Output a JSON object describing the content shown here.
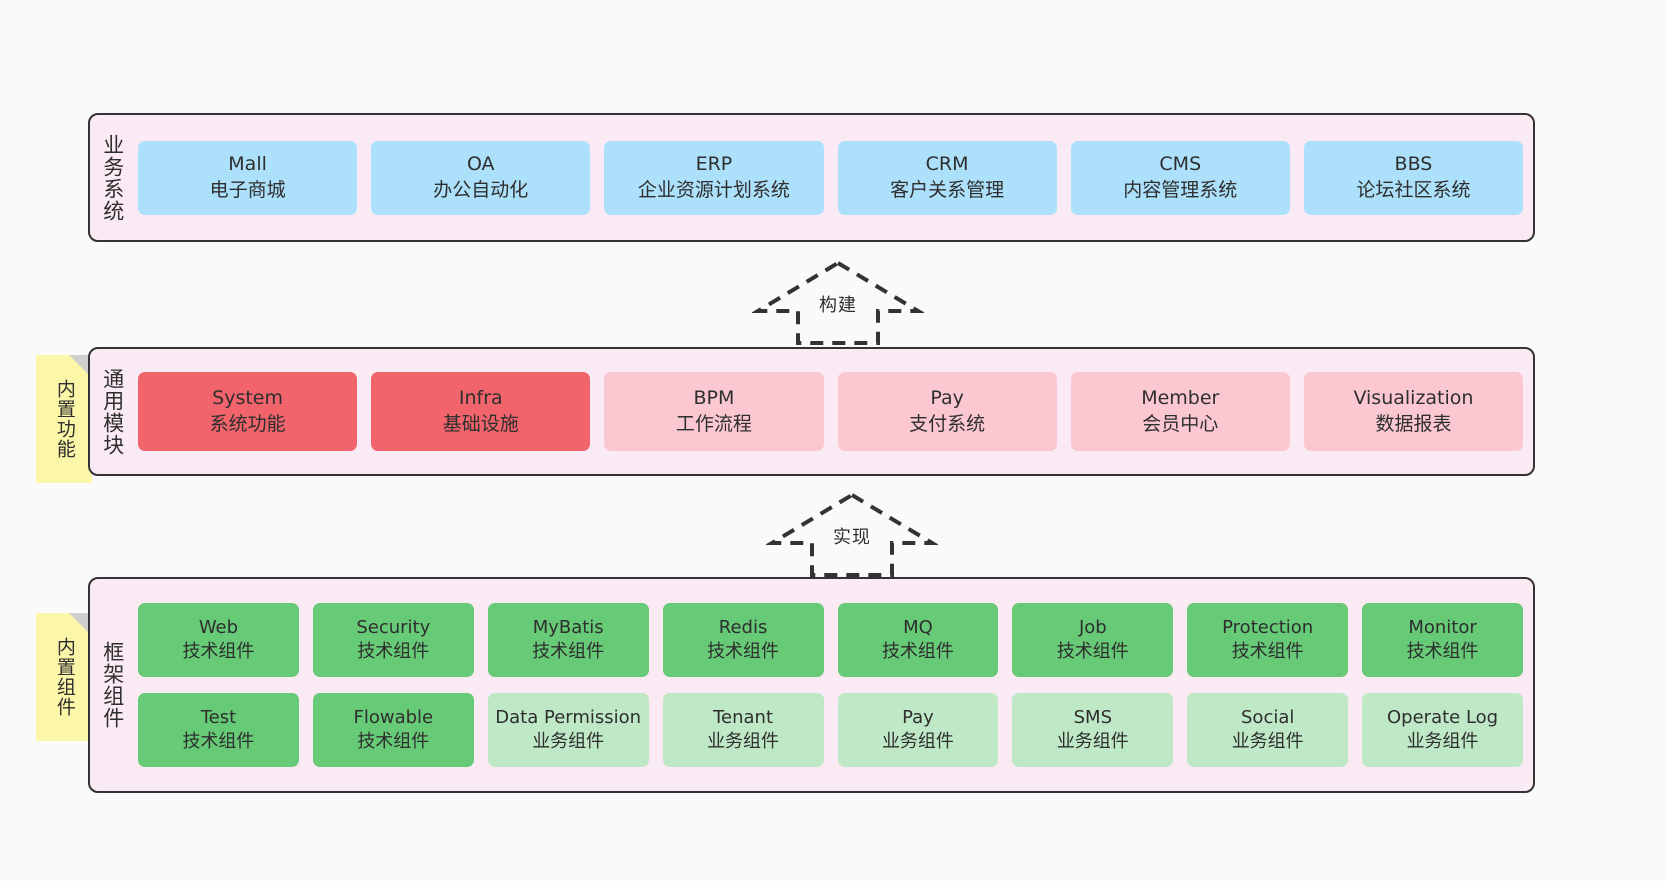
{
  "diagram": {
    "title_layers": {
      "business": "业务系统",
      "modules": "通用模块",
      "framework": "框架组件"
    },
    "sticky_notes": [
      {
        "name": "built-in-function",
        "label": "内置功能"
      },
      {
        "name": "built-in-component",
        "label": "内置组件"
      }
    ],
    "arrows": [
      {
        "name": "build-arrow",
        "label": "构建"
      },
      {
        "name": "implement-arrow",
        "label": "实现"
      }
    ]
  },
  "business_systems": [
    {
      "en": "Mall",
      "cn": "电子商城",
      "color": "#ace0fb"
    },
    {
      "en": "OA",
      "cn": "办公自动化",
      "color": "#ace0fb"
    },
    {
      "en": "ERP",
      "cn": "企业资源计划系统",
      "color": "#ace0fb"
    },
    {
      "en": "CRM",
      "cn": "客户关系管理",
      "color": "#ace0fb"
    },
    {
      "en": "CMS",
      "cn": "内容管理系统",
      "color": "#ace0fb"
    },
    {
      "en": "BBS",
      "cn": "论坛社区系统",
      "color": "#ace0fb"
    }
  ],
  "common_modules": [
    {
      "en": "System",
      "cn": "系统功能",
      "color": "#f1646c"
    },
    {
      "en": "Infra",
      "cn": "基础设施",
      "color": "#f1646c"
    },
    {
      "en": "BPM",
      "cn": "工作流程",
      "color": "#fbc8d2"
    },
    {
      "en": "Pay",
      "cn": "支付系统",
      "color": "#fbc8d2"
    },
    {
      "en": "Member",
      "cn": "会员中心",
      "color": "#fbc8d2"
    },
    {
      "en": "Visualization",
      "cn": "数据报表",
      "color": "#fbc8d2"
    }
  ],
  "framework_components_row1": [
    {
      "en": "Web",
      "cn": "技术组件",
      "color": "#66ca77"
    },
    {
      "en": "Security",
      "cn": "技术组件",
      "color": "#66ca77"
    },
    {
      "en": "MyBatis",
      "cn": "技术组件",
      "color": "#66ca77"
    },
    {
      "en": "Redis",
      "cn": "技术组件",
      "color": "#66ca77"
    },
    {
      "en": "MQ",
      "cn": "技术组件",
      "color": "#66ca77"
    },
    {
      "en": "Job",
      "cn": "技术组件",
      "color": "#66ca77"
    },
    {
      "en": "Protection",
      "cn": "技术组件",
      "color": "#66ca77"
    },
    {
      "en": "Monitor",
      "cn": "技术组件",
      "color": "#66ca77"
    }
  ],
  "framework_components_row2": [
    {
      "en": "Test",
      "cn": "技术组件",
      "color": "#66ca77"
    },
    {
      "en": "Flowable",
      "cn": "技术组件",
      "color": "#66ca77"
    },
    {
      "en": "Data Permission",
      "cn": "业务组件",
      "color": "#bfe8c6"
    },
    {
      "en": "Tenant",
      "cn": "业务组件",
      "color": "#bfe8c6"
    },
    {
      "en": "Pay",
      "cn": "业务组件",
      "color": "#bfe8c6"
    },
    {
      "en": "SMS",
      "cn": "业务组件",
      "color": "#bfe8c6"
    },
    {
      "en": "Social",
      "cn": "业务组件",
      "color": "#bfe8c6"
    },
    {
      "en": "Operate Log",
      "cn": "业务组件",
      "color": "#bfe8c6"
    }
  ]
}
